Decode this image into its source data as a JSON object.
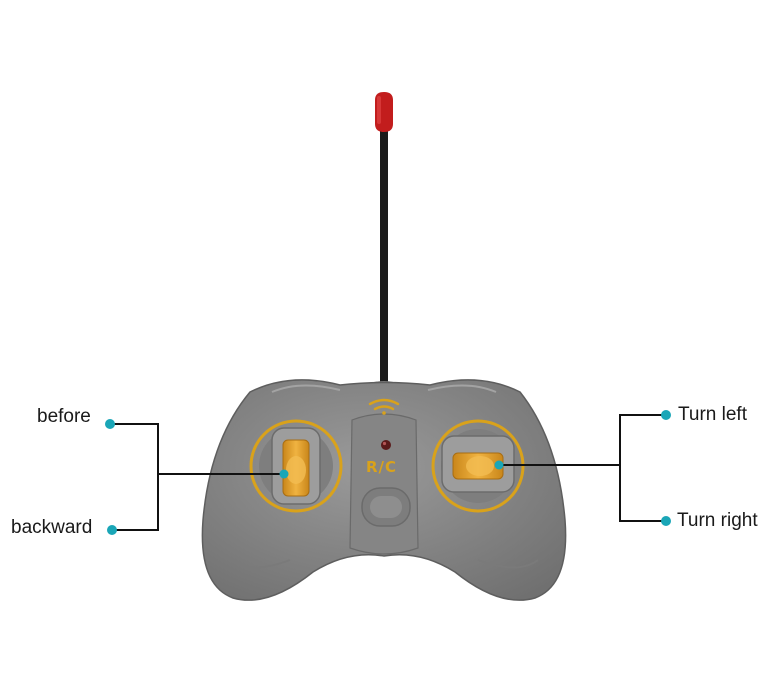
{
  "labels": {
    "before": "before",
    "backward": "backward",
    "turn_left": "Turn left",
    "turn_right": "Turn right"
  },
  "device": {
    "logo_text": "R/C"
  },
  "colors": {
    "body": "#8a8a8a",
    "accent_ring": "#d9a21b",
    "stick": "#e5a12a",
    "antenna_tip": "#c21d1d",
    "callout_dot": "#1aa6b7",
    "callout_line": "#111111"
  },
  "icons": {
    "signal": "wifi-signal-icon",
    "led": "power-led-icon"
  }
}
